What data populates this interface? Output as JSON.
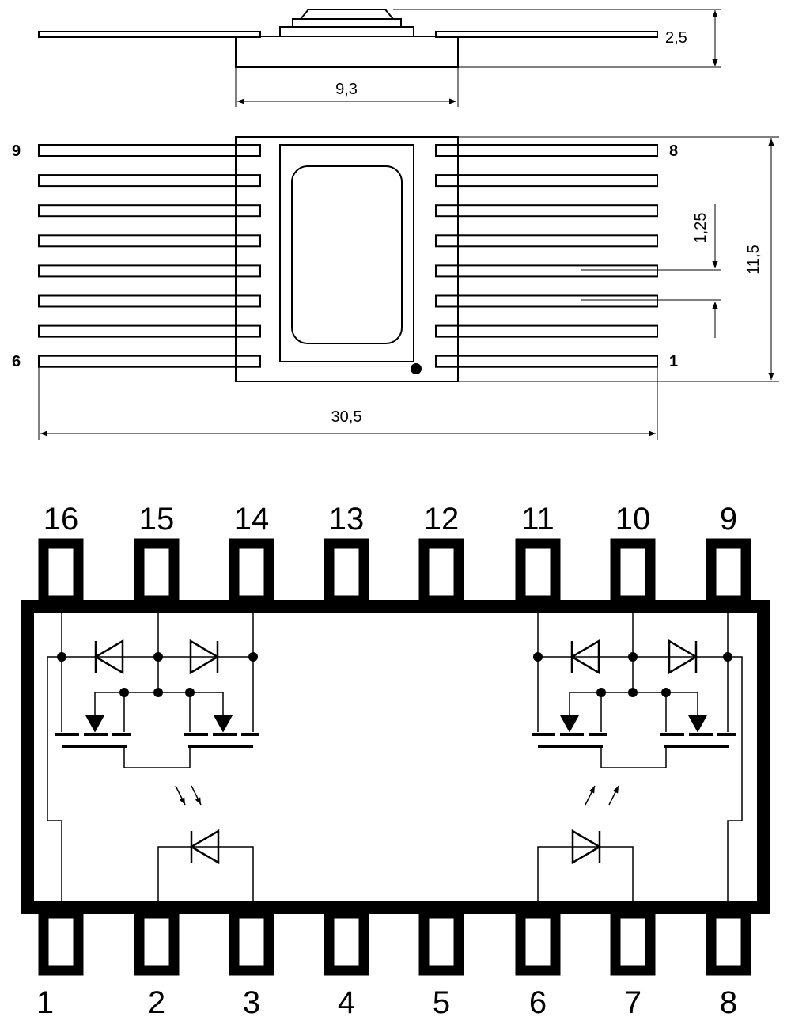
{
  "package_drawing": {
    "dimensions": {
      "height": "2,5",
      "body_width": "9,3",
      "pitch": "1,25",
      "body_length": "11,5",
      "total_span": "30,5"
    },
    "lead_labels": {
      "top_left": "9",
      "top_right": "8",
      "bottom_left": "6",
      "bottom_right": "1"
    }
  },
  "pinout": {
    "top_pins": [
      "16",
      "15",
      "14",
      "13",
      "12",
      "11",
      "10",
      "9"
    ],
    "bottom_pins": [
      "1",
      "2",
      "3",
      "4",
      "5",
      "6",
      "7",
      "8"
    ]
  }
}
